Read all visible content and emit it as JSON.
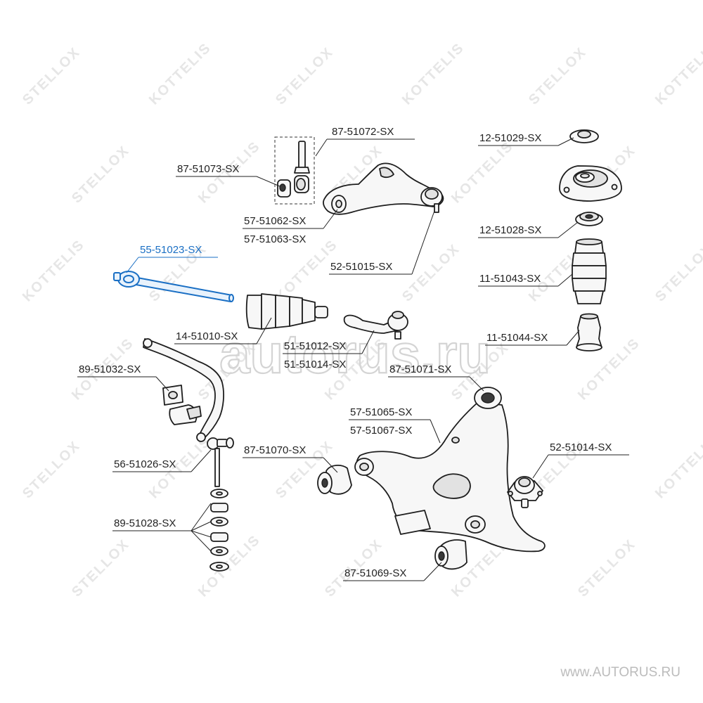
{
  "watermarks": {
    "brand_a": "STELLOX",
    "brand_b": "KOTTELIS",
    "center": "autorus.ru",
    "site": "www.AUTORUS.RU"
  },
  "colors": {
    "highlight": "#1a6fc4",
    "ink": "#222222"
  },
  "labels": {
    "p87_51072": "87-51072-SX",
    "p87_51073": "87-51073-SX",
    "p57_51062": "57-51062-SX",
    "p57_51063": "57-51063-SX",
    "p55_51023": "55-51023-SX",
    "p52_51015": "52-51015-SX",
    "p12_51029": "12-51029-SX",
    "p12_51028": "12-51028-SX",
    "p11_51043": "11-51043-SX",
    "p11_51044": "11-51044-SX",
    "p14_51010": "14-51010-SX",
    "p51_51012": "51-51012-SX",
    "p51_51014": "51-51014-SX",
    "p89_51032": "89-51032-SX",
    "p87_51071": "87-51071-SX",
    "p57_51065": "57-51065-SX",
    "p57_51067": "57-51067-SX",
    "p87_51070": "87-51070-SX",
    "p52_51014": "52-51014-SX",
    "p56_51026": "56-51026-SX",
    "p89_51028": "89-51028-SX",
    "p87_51069": "87-51069-SX"
  }
}
